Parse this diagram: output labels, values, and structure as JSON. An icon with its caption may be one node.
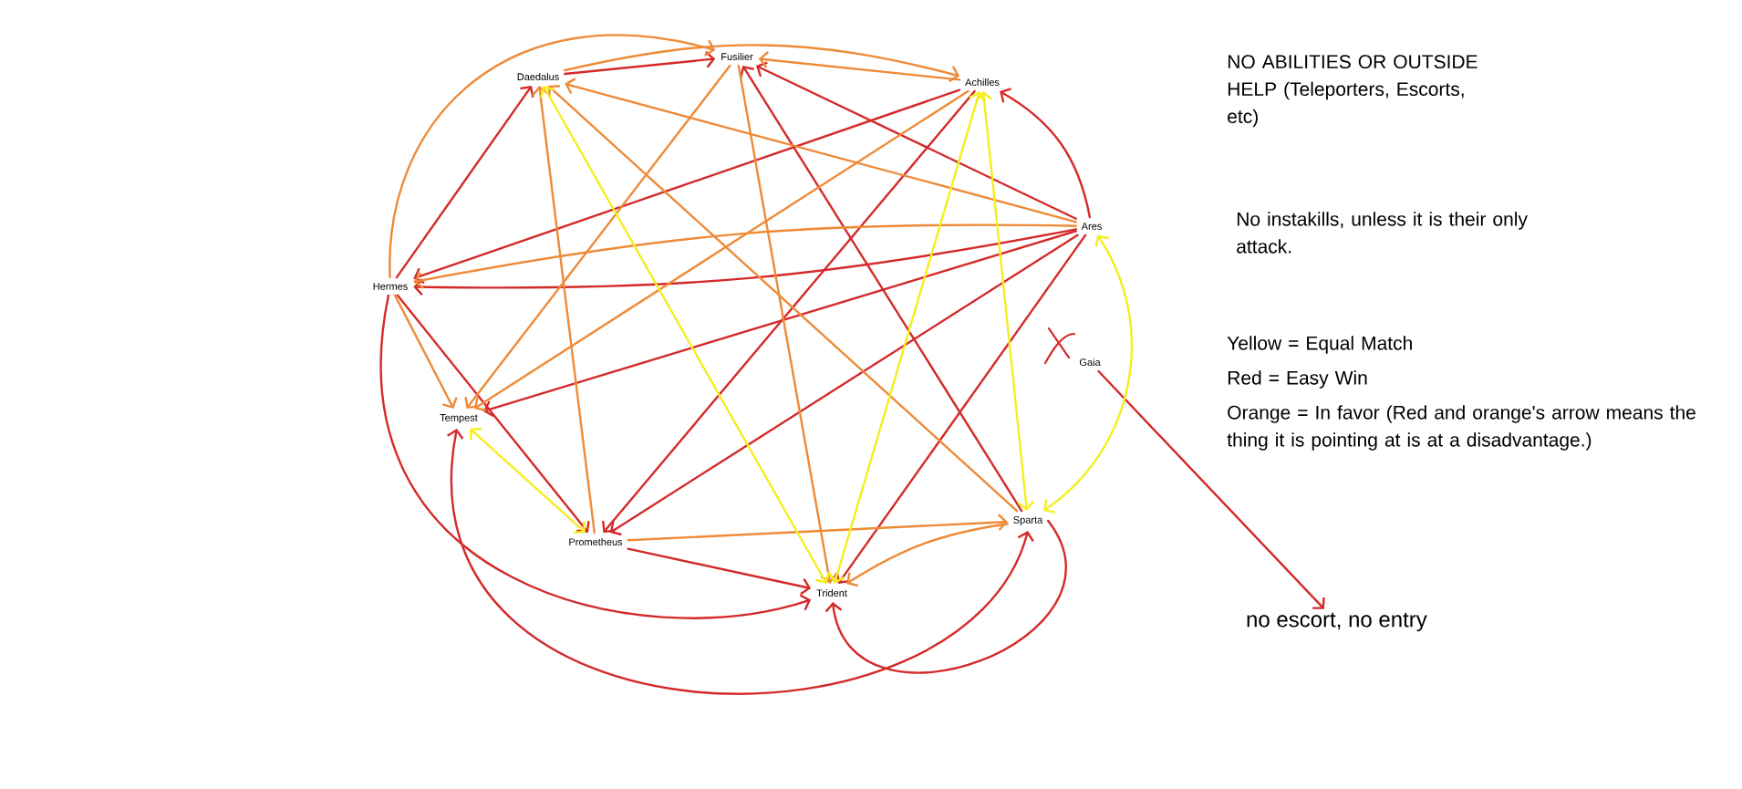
{
  "diagram": {
    "nodes": [
      {
        "text": [
          "Daedalus"
        ]
      },
      {
        "text": [
          "Fusilier"
        ]
      },
      {
        "text": [
          "Achilles"
        ]
      },
      {
        "text": [
          "Ares"
        ]
      },
      {
        "text": [
          "Hermes"
        ]
      },
      {
        "text": [
          "Gaia"
        ]
      },
      {
        "text": [
          "Tempest"
        ]
      },
      {
        "text": [
          "Prometheus"
        ]
      },
      {
        "text": [
          "Sparta"
        ]
      },
      {
        "text": [
          "Trident"
        ]
      },
      {
        "text": [
          "no escort, no entry"
        ]
      }
    ],
    "edges": [
      {
        "from": 0,
        "to": 1,
        "arrow": "to"
      },
      {
        "from": 8,
        "to": 1,
        "arrow": "to"
      },
      {
        "from": 3,
        "to": 1,
        "arrow": "to"
      },
      {
        "from": 4,
        "to": 0,
        "arrow": "to"
      },
      {
        "from": 3,
        "to": 4,
        "arrow": "to"
      },
      {
        "from": 2,
        "to": 4,
        "arrow": "to"
      },
      {
        "from": 3,
        "to": 2,
        "arrow": "to"
      },
      {
        "from": 3,
        "to": 6,
        "arrow": "to"
      },
      {
        "from": 3,
        "to": 7,
        "arrow": "to"
      },
      {
        "from": 2,
        "to": 7,
        "arrow": "to"
      },
      {
        "from": 3,
        "to": 9,
        "arrow": "to"
      },
      {
        "from": 4,
        "to": 7,
        "arrow": "to"
      },
      {
        "from": 6,
        "to": 8,
        "arrow": "both"
      },
      {
        "from": 4,
        "to": 9,
        "arrow": "to"
      },
      {
        "from": 8,
        "to": 9,
        "arrow": "to"
      },
      {
        "from": 7,
        "to": 9,
        "arrow": "to"
      },
      {
        "from": 5,
        "to": 10,
        "arrow": "to"
      },
      {
        "from": 4,
        "to": 1,
        "arrow": "to",
        "color": "#ee8a37"
      },
      {
        "from": 2,
        "to": 1,
        "arrow": "to",
        "color": "#ee8a37"
      },
      {
        "from": 0,
        "to": 2,
        "arrow": "to",
        "color": "#ee8a37"
      },
      {
        "from": 7,
        "to": 0,
        "arrow": "to",
        "color": "#ee8a37"
      },
      {
        "from": 3,
        "to": 0,
        "arrow": "to",
        "color": "#ee8a37"
      },
      {
        "from": 8,
        "to": 0,
        "arrow": "to",
        "color": "#ee8a37"
      },
      {
        "from": 3,
        "to": 4,
        "arrow": "to",
        "color": "#ee8a37"
      },
      {
        "from": 4,
        "to": 6,
        "arrow": "to",
        "color": "#ee8a37"
      },
      {
        "from": 1,
        "to": 6,
        "arrow": "to",
        "color": "#ee8a37"
      },
      {
        "from": 2,
        "to": 6,
        "arrow": "to",
        "color": "#ee8a37"
      },
      {
        "from": 7,
        "to": 8,
        "arrow": "to",
        "color": "#ee8a37"
      },
      {
        "from": 8,
        "to": 9,
        "arrow": "to",
        "color": "#ee8a37"
      },
      {
        "from": 1,
        "to": 9,
        "arrow": "to",
        "color": "#ee8a37"
      },
      {
        "from": 0,
        "to": 9,
        "arrow": "both",
        "color": "#f5ee1e"
      },
      {
        "from": 6,
        "to": 7,
        "arrow": "both",
        "color": "#f5ee1e"
      },
      {
        "from": 2,
        "to": 9,
        "arrow": "both",
        "color": "#f5ee1e"
      },
      {
        "from": 2,
        "to": 8,
        "arrow": "both",
        "color": "#f5ee1e"
      },
      {
        "from": 3,
        "to": 8,
        "arrow": "both",
        "color": "#f5ee1e"
      }
    ],
    "labels": [
      "NO ABILITIES OR OUTSIDE HELP (Teleporters, Escorts, etc)",
      "No instakills, unless it is their only attack.",
      "Yellow = Equal Match",
      "Red = Easy Win",
      "Orange = In favor (Red and orange's arrow means the thing it is pointing at is at a disadvantage.)"
    ]
  }
}
